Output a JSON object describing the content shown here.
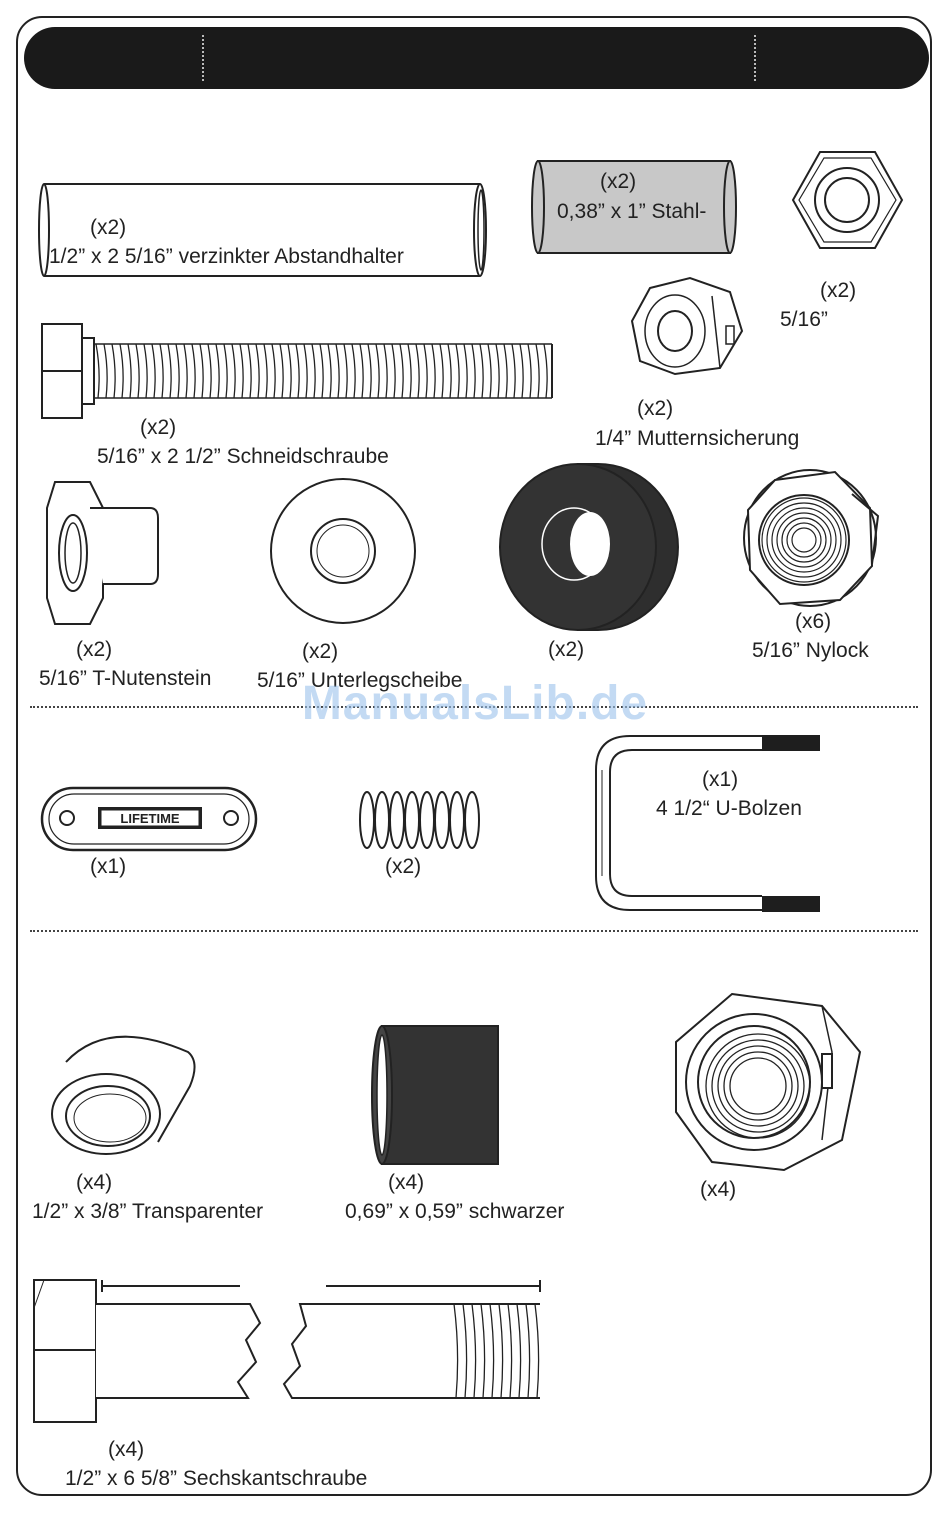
{
  "header": {
    "title": ""
  },
  "watermark": "ManualsLib.de",
  "parts": {
    "spacer_galv": {
      "qty": "(x2)",
      "desc": "1/2” x 2 5/16” verzinkter Abstandhalter"
    },
    "steel_spacer": {
      "qty": "(x2)",
      "desc": "0,38” x 1” Stahl-"
    },
    "hex_nut": {
      "qty": "(x2)",
      "desc": "5/16”"
    },
    "lock_nut": {
      "qty": "(x2)",
      "desc": "1/4” Mutternsicherung"
    },
    "tap_screw": {
      "qty": "(x2)",
      "desc": "5/16” x 2 1/2” Schneidschraube"
    },
    "t_nut": {
      "qty": "(x2)",
      "desc": "5/16” T-Nutenstein"
    },
    "washer": {
      "qty": "(x2)",
      "desc": "5/16” Unterlegscheibe"
    },
    "rubber_washer": {
      "qty": "(x2)",
      "desc": ""
    },
    "nylock": {
      "qty": "(x6)",
      "desc": "5/16” Nylock"
    },
    "logo_plate": {
      "qty": "(x1)",
      "desc": "",
      "logo": "LIFETIME"
    },
    "spring": {
      "qty": "(x2)",
      "desc": ""
    },
    "u_bolt": {
      "qty": "(x1)",
      "desc": "4 1/2“ U-Bolzen"
    },
    "clear_spacer": {
      "qty": "(x4)",
      "desc": "1/2” x 3/8” Transparenter"
    },
    "black_spacer": {
      "qty": "(x4)",
      "desc": "0,69” x 0,59” schwarzer"
    },
    "big_lock_nut": {
      "qty": "(x4)",
      "desc": ""
    },
    "hex_bolt": {
      "qty": "(x4)",
      "desc": "1/2” x 6 5/8” Sechskantschraube"
    }
  }
}
